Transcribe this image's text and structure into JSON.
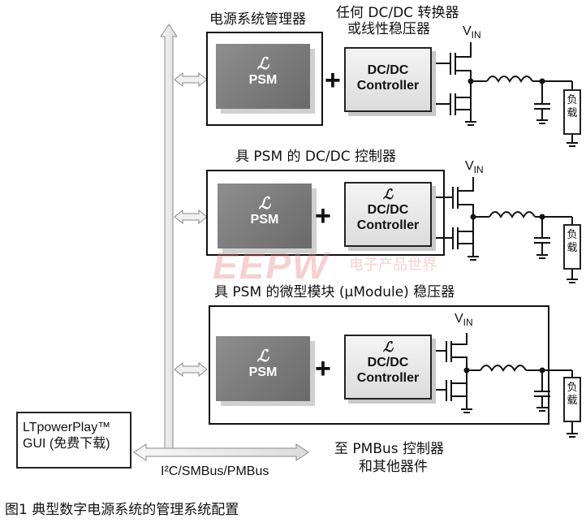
{
  "top_block": {
    "title_psm": "电源系统管理器",
    "title_ctl_line1": "任何 DC/DC 转换器",
    "title_ctl_line2": "或线性稳压器",
    "psm_label": "PSM",
    "ctl_line1": "DC/DC",
    "ctl_line2": "Controller"
  },
  "mid_block": {
    "title": "具 PSM 的 DC/DC 控制器",
    "psm_label": "PSM",
    "ctl_line1": "DC/DC",
    "ctl_line2": "Controller"
  },
  "bottom_block": {
    "title": "具 PSM 的微型模块 (µModule) 稳压器",
    "psm_label": "PSM",
    "ctl_line1": "DC/DC",
    "ctl_line2": "Controller"
  },
  "vin": {
    "main": "V",
    "sub": "IN"
  },
  "plus_sign": "+",
  "load_label": "负载",
  "gui": {
    "line1": "LTpowerPlay™",
    "line2": "GUI (免费下载)"
  },
  "bus_label": "I²C/SMBus/PMBus",
  "pmbus_label_line1": "至 PMBus 控制器",
  "pmbus_label_line2": "和其他器件",
  "caption": "图1   典型数字电源系统的管理系统配置",
  "watermark": "EEPW",
  "watermark_cn": "电子产品世界"
}
